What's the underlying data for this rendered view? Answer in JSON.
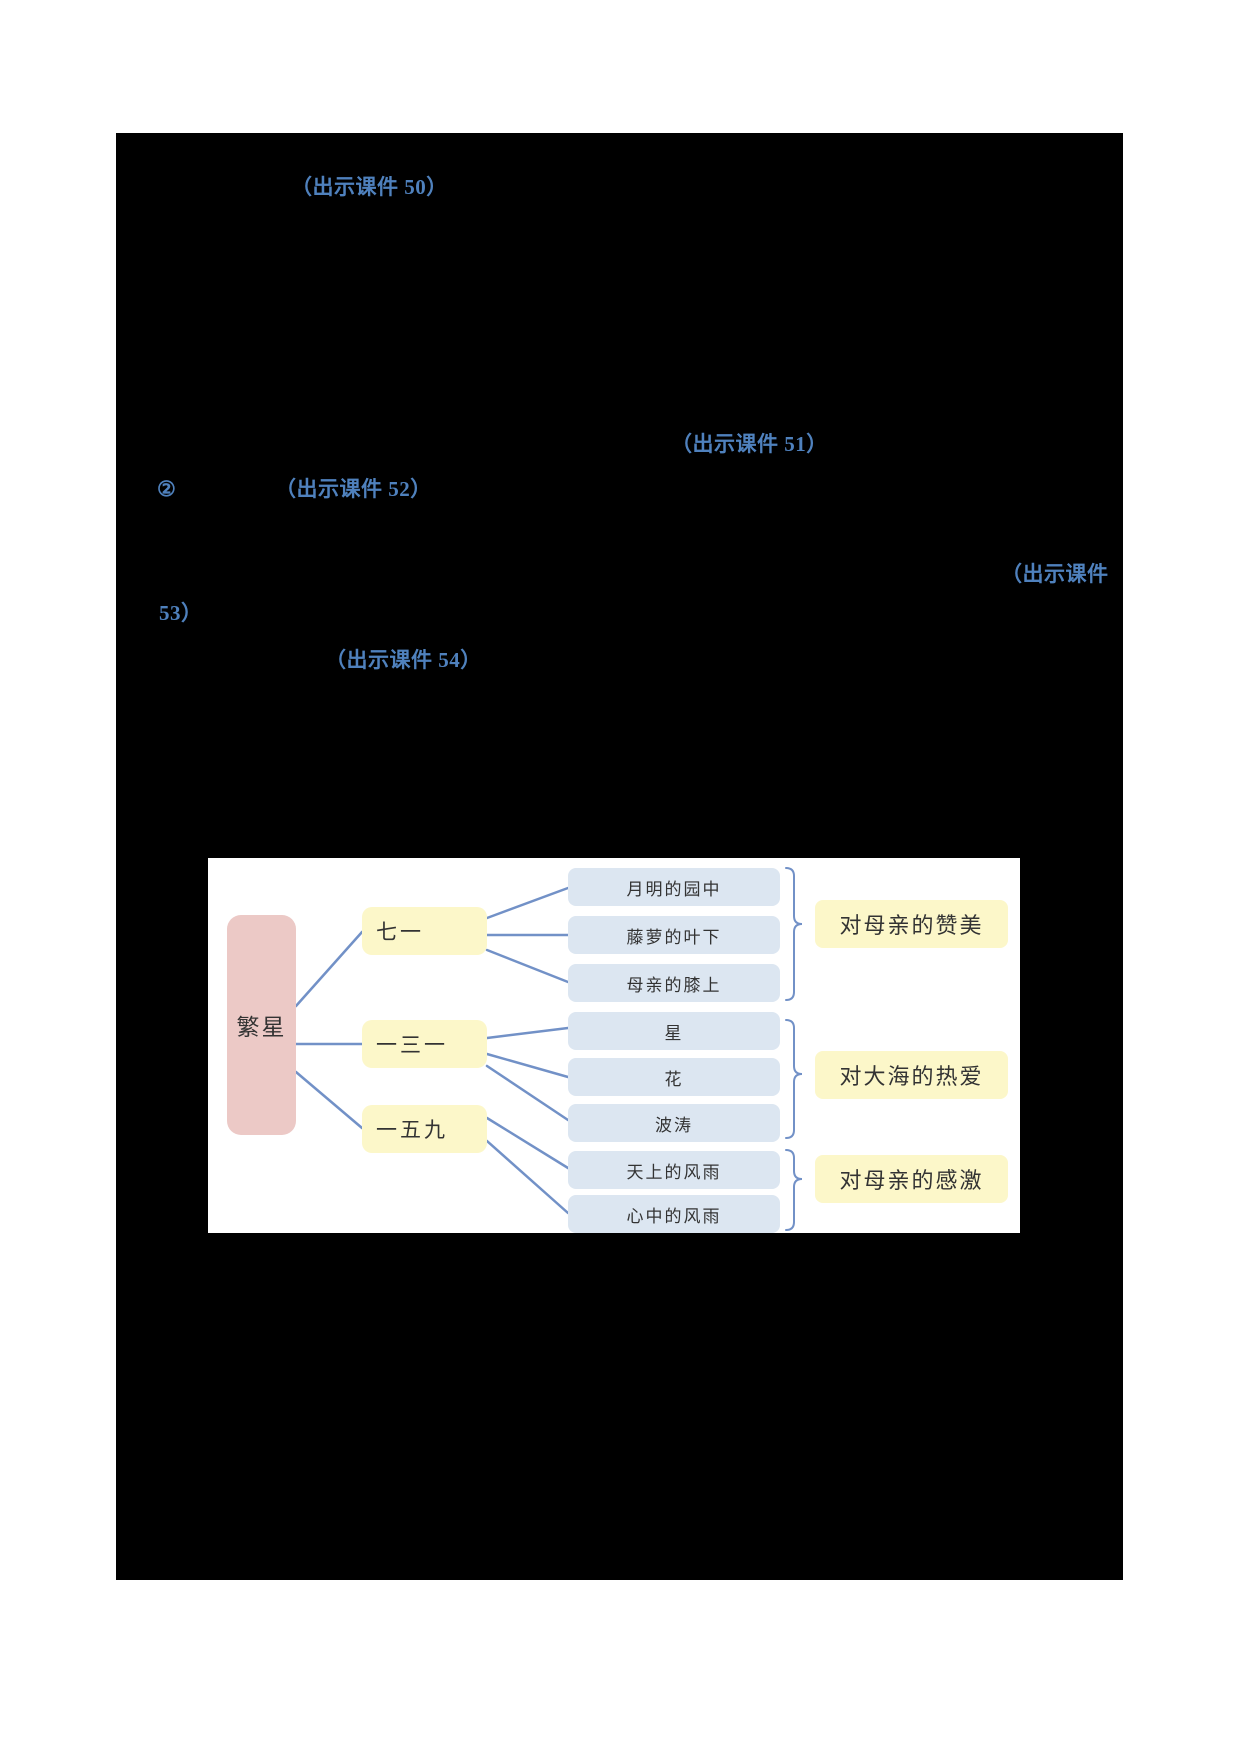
{
  "document": {
    "slide_annotations": {
      "a50": "（出示课件 50）",
      "a51": "（出示课件 51）",
      "bullet2": "②",
      "a52": "（出示课件 52）",
      "a53_part1": "（出示课件",
      "a53_part2": "53）",
      "a54": "（出示课件 54）"
    }
  },
  "diagram": {
    "root": {
      "label": "繁星"
    },
    "sections": [
      {
        "label": "七一"
      },
      {
        "label": "一三一"
      },
      {
        "label": "一五九"
      }
    ],
    "items": [
      {
        "label": "月明的园中"
      },
      {
        "label": "藤萝的叶下"
      },
      {
        "label": "母亲的膝上"
      },
      {
        "label": "星"
      },
      {
        "label": "花"
      },
      {
        "label": "波涛"
      },
      {
        "label": "天上的风雨"
      },
      {
        "label": "心中的风雨"
      }
    ],
    "themes": [
      {
        "label": "对母亲的赞美"
      },
      {
        "label": "对大海的热爱"
      },
      {
        "label": "对母亲的感激"
      }
    ]
  },
  "colors": {
    "annotation_blue": "#4f81bd",
    "page_background_black": "#000000",
    "root_pink": "#ecc9c6",
    "section_yellow": "#fcf7c9",
    "item_light_blue": "#dce6f1",
    "connector_blue": "#7291c7"
  }
}
